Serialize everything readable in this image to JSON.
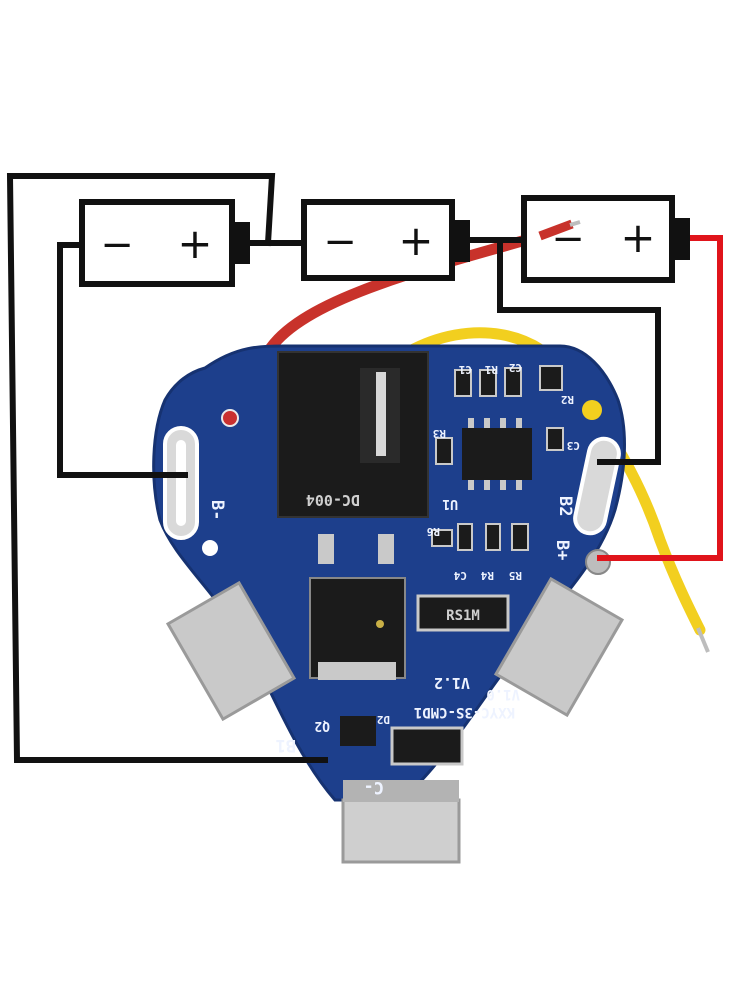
{
  "colors": {
    "wire_black": "#111111",
    "wire_red": "#e0141b",
    "lead_red": "#c8322b",
    "lead_yellow": "#f2cf1f",
    "pcb_blue": "#1d3f8c",
    "pcb_edge": "#163271",
    "silkscreen": "#eef3ff",
    "pad_metal": "#c9c9c9",
    "component_black": "#1b1b1b"
  },
  "batteries": [
    {
      "minus": "−",
      "plus": "+"
    },
    {
      "minus": "−",
      "plus": "+"
    },
    {
      "minus": "−",
      "plus": "+"
    }
  ],
  "board": {
    "labels": {
      "b_minus": "B-",
      "b1": "B1",
      "b2": "B2",
      "b_plus": "B+",
      "c_minus": "C-",
      "version": "V1.2",
      "model": "KXYC-3S-CMD1",
      "model_version": "V1.0",
      "connector": "DC-004",
      "u1": "U1",
      "q2": "Q2",
      "d2": "D2",
      "r3": "R3",
      "r6": "R6",
      "c4": "C4",
      "r4": "R4",
      "r5": "R5",
      "r1": "R1",
      "r2": "R2",
      "c1": "C1",
      "c2": "C2",
      "c3": "C3",
      "diode_marking": "RS1M"
    }
  }
}
